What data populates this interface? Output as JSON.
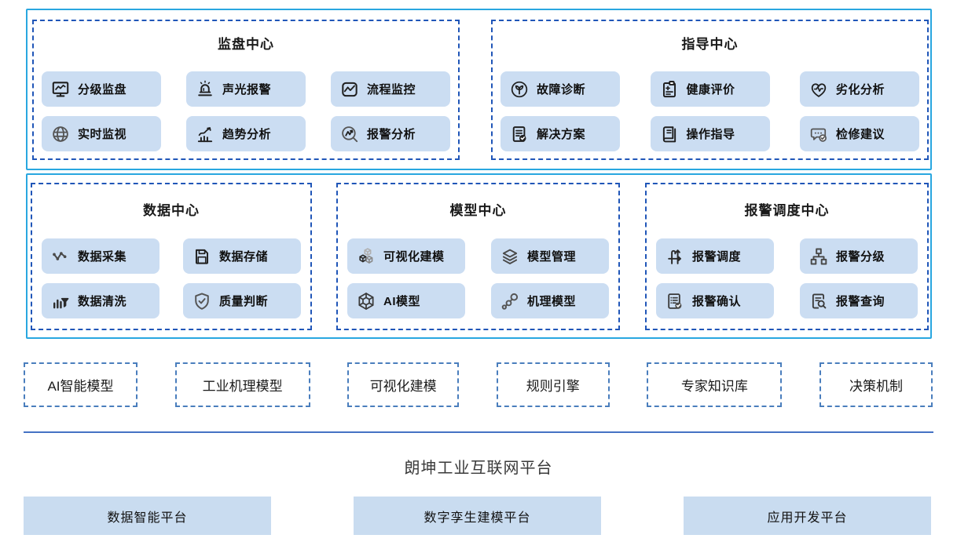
{
  "colors": {
    "outer_border": "#29a7e0",
    "dashed_border": "#2056b8",
    "capability_border": "#4a7ebd",
    "chip_background": "#cbddf2",
    "platform_box_background": "#c9dcf0",
    "divider": "#4472c4",
    "text": "#1a1a1a"
  },
  "top_row": [
    {
      "title": "监盘中心",
      "items": [
        {
          "icon": "monitor-chart-icon",
          "label": "分级监盘"
        },
        {
          "icon": "siren-icon",
          "label": "声光报警"
        },
        {
          "icon": "flow-monitor-icon",
          "label": "流程监控"
        },
        {
          "icon": "globe-icon",
          "label": "实时监视"
        },
        {
          "icon": "trend-chart-icon",
          "label": "趋势分析"
        },
        {
          "icon": "alarm-analysis-icon",
          "label": "报警分析"
        }
      ]
    },
    {
      "title": "指导中心",
      "items": [
        {
          "icon": "fault-diagnosis-icon",
          "label": "故障诊断"
        },
        {
          "icon": "health-clipboard-icon",
          "label": "健康评价"
        },
        {
          "icon": "heart-pulse-icon",
          "label": "劣化分析"
        },
        {
          "icon": "solution-doc-check-icon",
          "label": "解决方案"
        },
        {
          "icon": "operation-book-icon",
          "label": "操作指导"
        },
        {
          "icon": "advice-chat-check-icon",
          "label": "检修建议"
        }
      ]
    }
  ],
  "middle_row": [
    {
      "title": "数据中心",
      "items": [
        {
          "icon": "data-collect-icon",
          "label": "数据采集"
        },
        {
          "icon": "floppy-disk-icon",
          "label": "数据存储"
        },
        {
          "icon": "data-clean-icon",
          "label": "数据清洗"
        },
        {
          "icon": "shield-check-icon",
          "label": "质量判断"
        }
      ]
    },
    {
      "title": "模型中心",
      "items": [
        {
          "icon": "cubes-icon",
          "label": "可视化建模"
        },
        {
          "icon": "layers-icon",
          "label": "模型管理"
        },
        {
          "icon": "cube-3d-icon",
          "label": "AI模型"
        },
        {
          "icon": "molecule-icon",
          "label": "机理模型"
        }
      ]
    },
    {
      "title": "报警调度中心",
      "items": [
        {
          "icon": "route-dispatch-icon",
          "label": "报警调度"
        },
        {
          "icon": "hierarchy-icon",
          "label": "报警分级"
        },
        {
          "icon": "list-check-icon",
          "label": "报警确认"
        },
        {
          "icon": "doc-search-icon",
          "label": "报警查询"
        }
      ]
    }
  ],
  "capabilities": [
    "AI智能模型",
    "工业机理模型",
    "可视化建模",
    "规则引擎",
    "专家知识库",
    "决策机制"
  ],
  "platform": {
    "name": "朗坤工业互联网平台",
    "sub_platforms": [
      "数据智能平台",
      "数字孪生建模平台",
      "应用开发平台"
    ]
  }
}
